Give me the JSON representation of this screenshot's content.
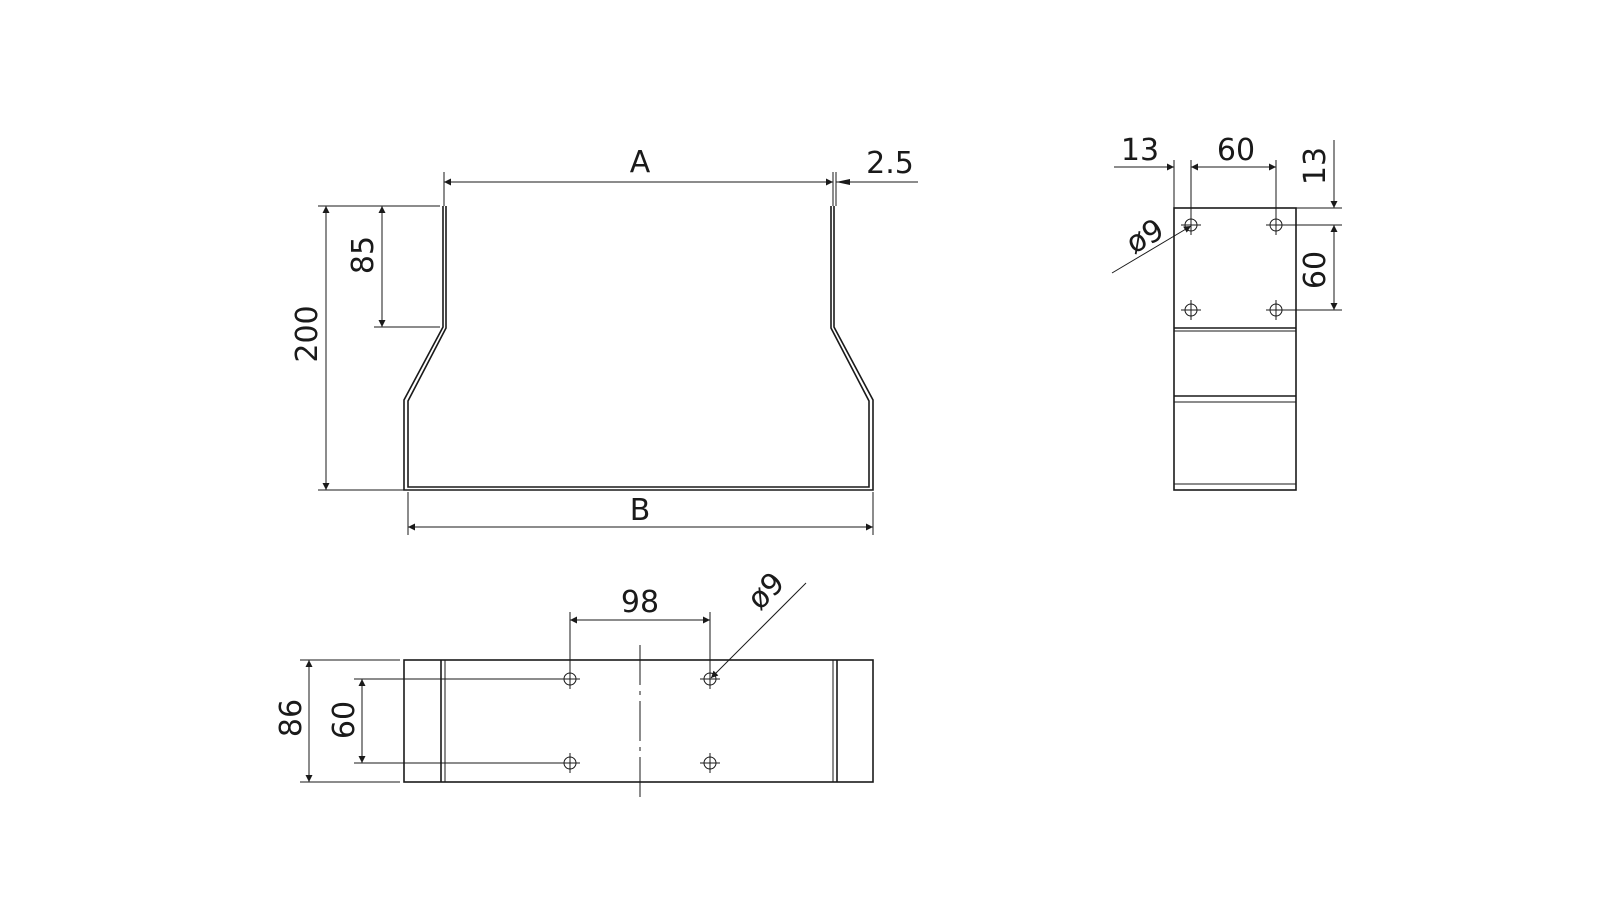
{
  "front_view": {
    "dim_a": "A",
    "dim_b": "B",
    "thickness": "2.5",
    "height_total": "200",
    "height_top": "85"
  },
  "side_view": {
    "edge_offset": "13",
    "hole_spacing_h": "60",
    "edge_offset_v": "13",
    "hole_spacing_v": "60",
    "hole_diameter": "ø9"
  },
  "bottom_view": {
    "hole_spacing": "98",
    "hole_diameter": "ø9",
    "width": "86",
    "hole_spacing_v": "60"
  }
}
